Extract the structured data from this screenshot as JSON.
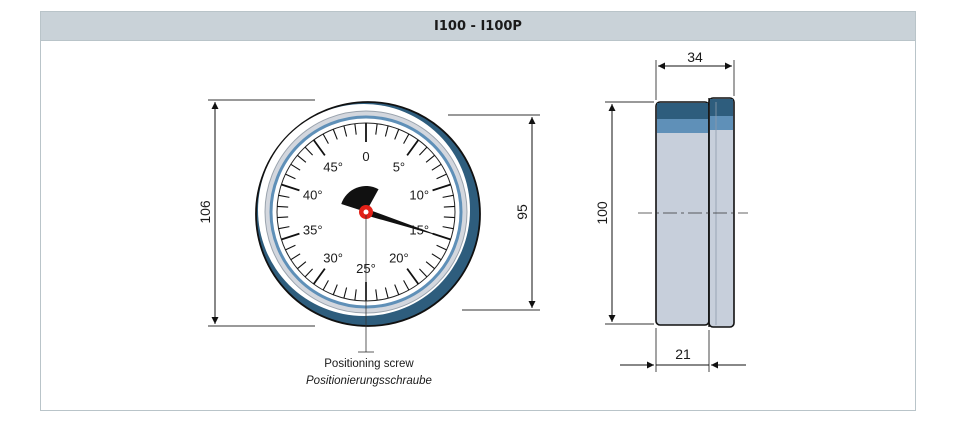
{
  "title": "I100 - I100P",
  "front_view": {
    "scale_labels": [
      {
        "text": "0",
        "deg": 0
      },
      {
        "text": "5°",
        "deg": 5
      },
      {
        "text": "10°",
        "deg": 10
      },
      {
        "text": "15°",
        "deg": 15
      },
      {
        "text": "20°",
        "deg": 20
      },
      {
        "text": "25°",
        "deg": 25
      },
      {
        "text": "30°",
        "deg": 30
      },
      {
        "text": "35°",
        "deg": 35
      },
      {
        "text": "40°",
        "deg": 40
      },
      {
        "text": "45°",
        "deg": 45
      }
    ],
    "needle_deg": 15,
    "dim_outer": "106",
    "dim_inner": "95",
    "caption_en": "Positioning screw",
    "caption_de": "Positionierungsschraube"
  },
  "side_view": {
    "dim_height": "100",
    "dim_depth": "34",
    "dim_body": "21"
  },
  "colors": {
    "title_bar": "#c9d2d8",
    "blue_dark": "#2e5d7d",
    "blue_mid": "#5f90b8",
    "body_fill": "#c7cfdb",
    "pointer_red": "#e32118"
  }
}
